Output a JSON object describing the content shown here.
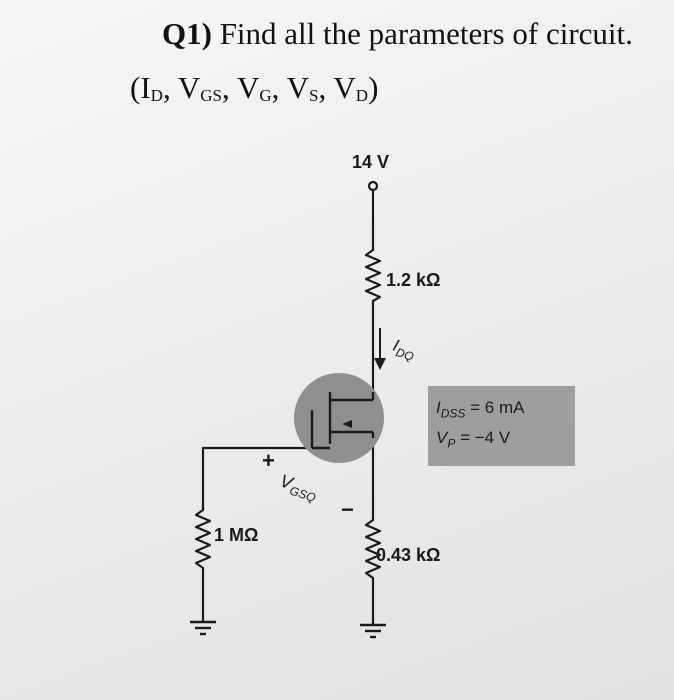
{
  "question": {
    "number": "Q1)",
    "prompt": "Find all the parameters of circuit.",
    "params_open": "(",
    "param_list": [
      {
        "base": "I",
        "sub": "D"
      },
      {
        "base": "V",
        "sub": "GS"
      },
      {
        "base": "V",
        "sub": "G"
      },
      {
        "base": "V",
        "sub": "S"
      },
      {
        "base": "V",
        "sub": "D"
      }
    ],
    "params_close": ")"
  },
  "circuit": {
    "supply": "14 V",
    "rd": "1.2 kΩ",
    "rs": "0.43 kΩ",
    "rg": "1 MΩ",
    "id_label": {
      "base": "I",
      "sub": "DQ"
    },
    "vgs_label": {
      "base": "V",
      "sub": "GSQ"
    },
    "plus": "+",
    "minus": "−",
    "params": {
      "idss": {
        "sym": "I",
        "sub": "DSS",
        "value": "= 6 mA"
      },
      "vp": {
        "sym": "V",
        "sub": "P",
        "value": "= −4 V"
      }
    }
  }
}
